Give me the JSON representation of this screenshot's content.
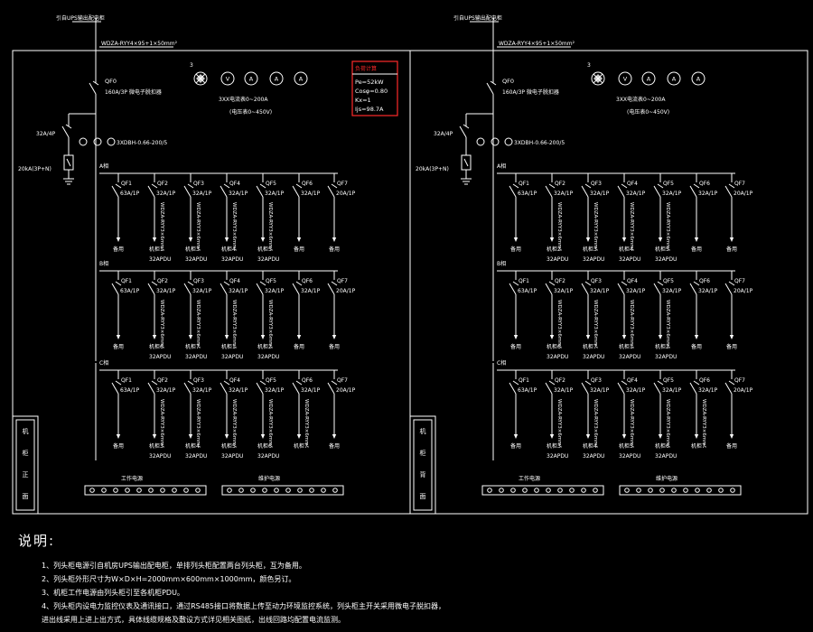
{
  "colors": {
    "background": "#000000",
    "line": "#ffffff",
    "highlight_box": "#ff2a2a",
    "text": "#ffffff"
  },
  "panels": [
    {
      "incoming_label": "引自UPS输出配电柜",
      "cable_label": "WDZA-RYY4×95+1×50mm²",
      "main_breaker": "QF0",
      "main_breaker_rating": "160A/3P 微电子脱扣器",
      "spd_breaker": "32A/4P",
      "spd": "20kA(3P+N)",
      "ct": "3XDBH-0.66-200/5",
      "meter_icons": [
        "lamp",
        "V",
        "A",
        "A",
        "A"
      ],
      "meter_tag": "3",
      "ammeter_note": "3XX电流表0~200A",
      "voltmeter_note": "(电压表0~450V)",
      "load_box": {
        "title": "负荷计算",
        "lines": [
          "Pe=52kW",
          "Cosφ=0.80",
          "Kx=1",
          "Ijs=98.7A"
        ]
      },
      "side_label": [
        "机",
        "柜",
        "正",
        "面"
      ],
      "bus_groups": [
        {
          "bus": "A相",
          "feeders": [
            {
              "id": "QF1",
              "rating": "63A/1P",
              "cable": "",
              "target": "备用",
              "pdu": ""
            },
            {
              "id": "QF2",
              "rating": "32A/1P",
              "cable": "WDZA-RYY3×6mm²",
              "target": "机柜1",
              "pdu": "32APDU"
            },
            {
              "id": "QF3",
              "rating": "32A/1P",
              "cable": "WDZA-RYY3×6mm²",
              "target": "机柜3",
              "pdu": "32APDU"
            },
            {
              "id": "QF4",
              "rating": "32A/1P",
              "cable": "WDZA-RYY3×6mm²",
              "target": "机柜4",
              "pdu": "32APDU"
            },
            {
              "id": "QF5",
              "rating": "32A/1P",
              "cable": "WDZA-RYY3×6mm²",
              "target": "机柜5",
              "pdu": "32APDU"
            },
            {
              "id": "QF6",
              "rating": "32A/1P",
              "cable": "",
              "target": "备用",
              "pdu": ""
            },
            {
              "id": "QF7",
              "rating": "20A/1P",
              "cable": "",
              "target": "备用",
              "pdu": ""
            }
          ]
        },
        {
          "bus": "B相",
          "feeders": [
            {
              "id": "QF1",
              "rating": "63A/1P",
              "cable": "",
              "target": "备用",
              "pdu": ""
            },
            {
              "id": "QF2",
              "rating": "32A/1P",
              "cable": "WDZA-RYY3×6mm²",
              "target": "机柜6",
              "pdu": "32APDU"
            },
            {
              "id": "QF3",
              "rating": "32A/1P",
              "cable": "WDZA-RYY3×6mm²",
              "target": "机柜7",
              "pdu": "32APDU"
            },
            {
              "id": "QF4",
              "rating": "32A/1P",
              "cable": "WDZA-RYY3×6mm²",
              "target": "机柜1",
              "pdu": "32APDU"
            },
            {
              "id": "QF5",
              "rating": "32A/1P",
              "cable": "WDZA-RYY3×6mm²",
              "target": "机柜2",
              "pdu": "32APDU"
            },
            {
              "id": "QF6",
              "rating": "32A/1P",
              "cable": "",
              "target": "备用",
              "pdu": ""
            },
            {
              "id": "QF7",
              "rating": "20A/1P",
              "cable": "",
              "target": "备用",
              "pdu": ""
            }
          ]
        },
        {
          "bus": "C相",
          "feeders": [
            {
              "id": "QF1",
              "rating": "63A/1P",
              "cable": "",
              "target": "备用",
              "pdu": ""
            },
            {
              "id": "QF2",
              "rating": "32A/1P",
              "cable": "WDZA-RYY3×6mm²",
              "target": "机柜3",
              "pdu": "32APDU"
            },
            {
              "id": "QF3",
              "rating": "32A/1P",
              "cable": "WDZA-RYY3×6mm²",
              "target": "机柜4",
              "pdu": "32APDU"
            },
            {
              "id": "QF4",
              "rating": "32A/1P",
              "cable": "WDZA-RYY3×6mm²",
              "target": "机柜5",
              "pdu": "32APDU"
            },
            {
              "id": "QF5",
              "rating": "32A/1P",
              "cable": "WDZA-RYY3×6mm²",
              "target": "机柜6",
              "pdu": "32APDU"
            },
            {
              "id": "QF6",
              "rating": "32A/1P",
              "cable": "WDZA-RYY3×6mm²",
              "target": "机柜7",
              "pdu": ""
            },
            {
              "id": "QF7",
              "rating": "20A/1P",
              "cable": "",
              "target": "备用",
              "pdu": ""
            }
          ]
        }
      ],
      "terminal_groups": [
        {
          "label": "工作电源",
          "count": 10
        },
        {
          "label": "维护电源",
          "count": 10
        }
      ]
    },
    {
      "incoming_label": "引自UPS输出配电柜",
      "cable_label": "WDZA-RYY4×95+1×50mm²",
      "main_breaker": "QF0",
      "main_breaker_rating": "160A/3P 微电子脱扣器",
      "spd_breaker": "32A/4P",
      "spd": "20kA(3P+N)",
      "ct": "3XDBH-0.66-200/5",
      "meter_icons": [
        "lamp",
        "V",
        "A",
        "A",
        "A"
      ],
      "meter_tag": "3",
      "ammeter_note": "3XX电流表0~200A",
      "voltmeter_note": "(电压表0~450V)",
      "load_box": null,
      "side_label": [
        "机",
        "柜",
        "背",
        "面"
      ],
      "bus_groups": [
        {
          "bus": "A相",
          "feeders": [
            {
              "id": "QF1",
              "rating": "63A/1P",
              "cable": "",
              "target": "备用",
              "pdu": ""
            },
            {
              "id": "QF2",
              "rating": "32A/1P",
              "cable": "WDZA-RYY3×6mm²",
              "target": "机柜2",
              "pdu": "32APDU"
            },
            {
              "id": "QF3",
              "rating": "32A/1P",
              "cable": "WDZA-RYY3×6mm²",
              "target": "机柜3",
              "pdu": "32APDU"
            },
            {
              "id": "QF4",
              "rating": "32A/1P",
              "cable": "WDZA-RYY3×6mm²",
              "target": "机柜4",
              "pdu": "32APDU"
            },
            {
              "id": "QF5",
              "rating": "32A/1P",
              "cable": "WDZA-RYY3×6mm²",
              "target": "机柜5",
              "pdu": "32APDU"
            },
            {
              "id": "QF6",
              "rating": "32A/1P",
              "cable": "",
              "target": "备用",
              "pdu": ""
            },
            {
              "id": "QF7",
              "rating": "20A/1P",
              "cable": "",
              "target": "备用",
              "pdu": ""
            }
          ]
        },
        {
          "bus": "B相",
          "feeders": [
            {
              "id": "QF1",
              "rating": "63A/1P",
              "cable": "",
              "target": "备用",
              "pdu": ""
            },
            {
              "id": "QF2",
              "rating": "32A/1P",
              "cable": "WDZA-RYY3×6mm²",
              "target": "机柜6",
              "pdu": "32APDU"
            },
            {
              "id": "QF3",
              "rating": "32A/1P",
              "cable": "WDZA-RYY3×6mm²",
              "target": "机柜7",
              "pdu": "32APDU"
            },
            {
              "id": "QF4",
              "rating": "32A/1P",
              "cable": "WDZA-RYY3×6mm²",
              "target": "机柜1",
              "pdu": "32APDU"
            },
            {
              "id": "QF5",
              "rating": "32A/1P",
              "cable": "WDZA-RYY3×6mm²",
              "target": "机柜2",
              "pdu": "32APDU"
            },
            {
              "id": "QF6",
              "rating": "32A/1P",
              "cable": "",
              "target": "备用",
              "pdu": ""
            },
            {
              "id": "QF7",
              "rating": "20A/1P",
              "cable": "",
              "target": "备用",
              "pdu": ""
            }
          ]
        },
        {
          "bus": "C相",
          "feeders": [
            {
              "id": "QF1",
              "rating": "63A/1P",
              "cable": "",
              "target": "备用",
              "pdu": ""
            },
            {
              "id": "QF2",
              "rating": "32A/1P",
              "cable": "WDZA-RYY3×6mm²",
              "target": "机柜3",
              "pdu": "32APDU"
            },
            {
              "id": "QF3",
              "rating": "32A/1P",
              "cable": "WDZA-RYY3×6mm²",
              "target": "机柜4",
              "pdu": "32APDU"
            },
            {
              "id": "QF4",
              "rating": "32A/1P",
              "cable": "WDZA-RYY3×6mm²",
              "target": "机柜5",
              "pdu": "32APDU"
            },
            {
              "id": "QF5",
              "rating": "32A/1P",
              "cable": "WDZA-RYY3×6mm²",
              "target": "机柜6",
              "pdu": "32APDU"
            },
            {
              "id": "QF6",
              "rating": "32A/1P",
              "cable": "WDZA-RYY3×6mm²",
              "target": "机柜7",
              "pdu": ""
            },
            {
              "id": "QF7",
              "rating": "20A/1P",
              "cable": "",
              "target": "备用",
              "pdu": ""
            }
          ]
        }
      ],
      "terminal_groups": [
        {
          "label": "工作电源",
          "count": 10
        },
        {
          "label": "维护电源",
          "count": 10
        }
      ]
    }
  ],
  "notes": {
    "title": "说明:",
    "items": [
      "1、列头柜电源引自机房UPS输出配电柜，单排列头柜配置两台列头柜，互为备用。",
      "2、列头柜外形尺寸为W×D×H=2000mm×600mm×1000mm，颜色另订。",
      "3、机柜工作电源由列头柜引至各机柜PDU。",
      "4、列头柜内设电力监控仪表及通讯接口，通过RS485接口将数据上传至动力环境监控系统，列头柜主开关采用微电子脱扣器，",
      "进出线采用上进上出方式，具体线缆规格及敷设方式详见相关图纸，出线回路均配置电流监测。"
    ]
  }
}
